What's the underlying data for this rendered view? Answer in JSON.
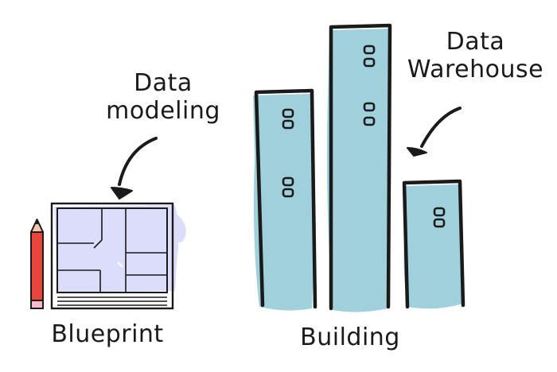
{
  "labels": {
    "data_modeling": [
      "Data",
      "modeling"
    ],
    "data_warehouse": [
      "Data",
      "Warehouse"
    ],
    "blueprint": "Blueprint",
    "building": "Building"
  },
  "colors": {
    "ink": "#1a1a1a",
    "building_fill": "#9fd0dc",
    "blueprint_fill": "#dcdcfb",
    "pencil_body": "#e8463c",
    "pencil_tip": "#f2c9a8"
  },
  "icons": {
    "arrow_to_blueprint": "curved-arrow-icon",
    "arrow_to_building": "curved-arrow-icon",
    "pencil": "pencil-icon"
  }
}
